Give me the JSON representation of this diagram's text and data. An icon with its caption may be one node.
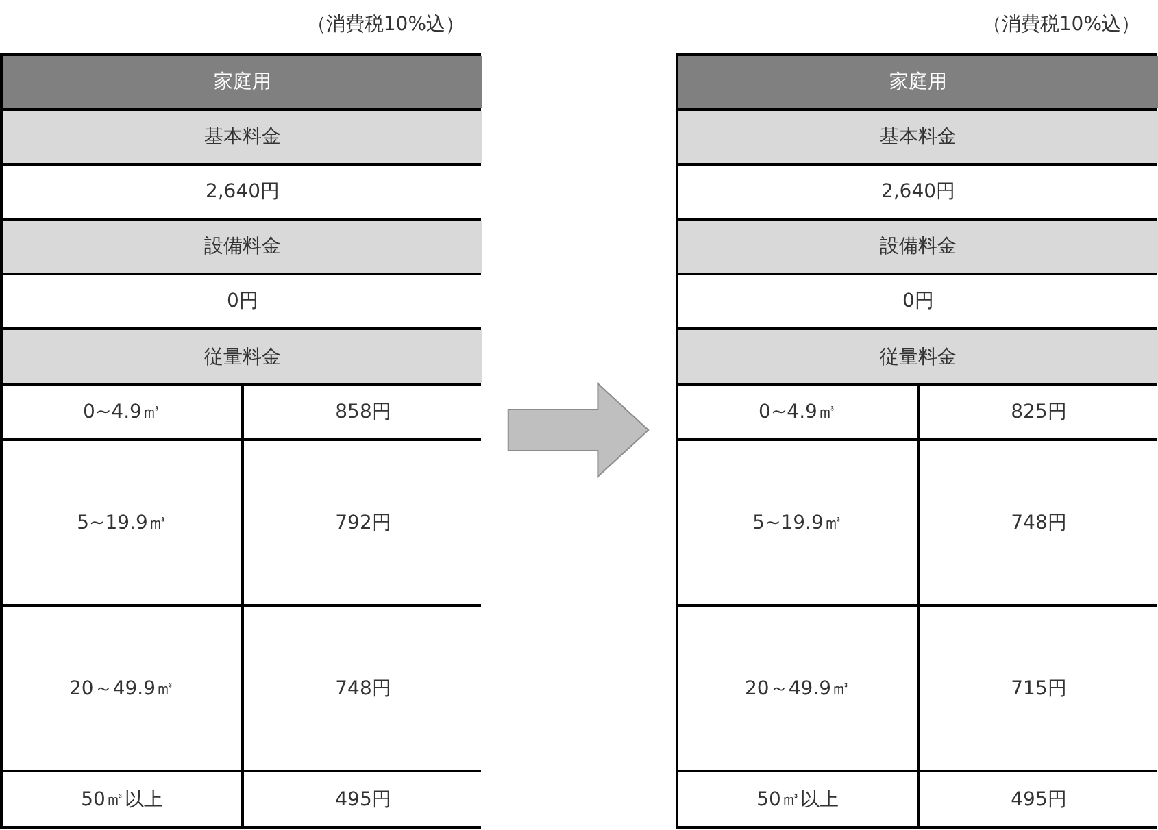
{
  "diagram": {
    "nodes": [
      {
        "text": [
          "家庭用",
          "基本料金",
          "2,640円",
          "設備料金",
          "0円",
          "従量料金",
          "0~4.9㎥",
          "858円",
          "5~19.9㎥",
          "792円",
          "20～49.9㎥",
          "748円",
          "50㎥以上",
          "495円"
        ],
        "beside": [
          "（消費税10%込）"
        ]
      },
      {
        "text": [
          "家庭用",
          "基本料金",
          "2,640円",
          "設備料金",
          "0円",
          "従量料金",
          "0~4.9㎥",
          "825円",
          "5~19.9㎥",
          "748円",
          "20～49.9㎥",
          "715円",
          "50㎥以上",
          "495円"
        ],
        "beside": [
          "（消費税10%込）"
        ]
      }
    ],
    "edges": [
      {
        "from": 0,
        "to": 1,
        "arrow": "to"
      }
    ]
  }
}
